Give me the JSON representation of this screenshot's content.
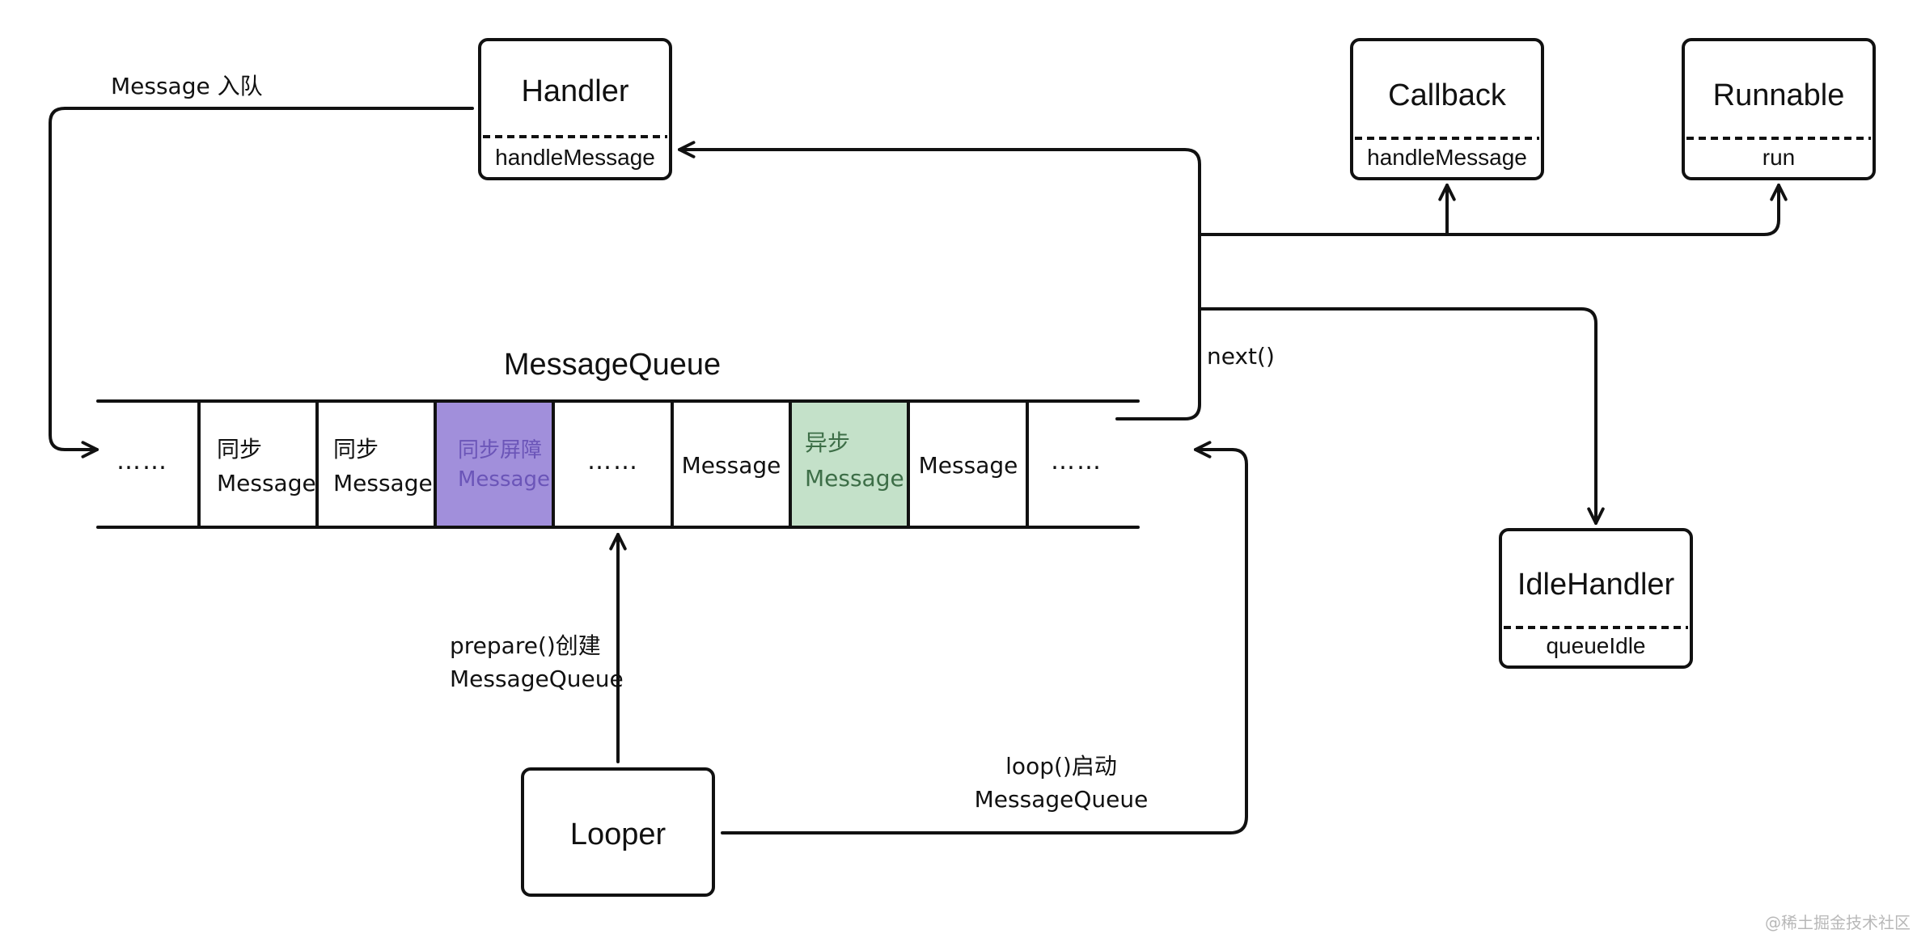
{
  "colors": {
    "barrier_fill": "#a18fdb",
    "barrier_text": "#6b55b8",
    "async_fill": "#c4e1c9",
    "async_text": "#3d6e47",
    "stroke": "#111111"
  },
  "nodes": {
    "handler": {
      "title": "Handler",
      "method": "handleMessage"
    },
    "callback": {
      "title": "Callback",
      "method": "handleMessage"
    },
    "runnable": {
      "title": "Runnable",
      "method": "run"
    },
    "idle_handler": {
      "title": "IdleHandler",
      "method": "queueIdle"
    },
    "looper": {
      "title": "Looper"
    }
  },
  "queue": {
    "title": "MessageQueue",
    "cells": [
      {
        "kind": "ellipsis",
        "text": "……"
      },
      {
        "kind": "sync",
        "line1": "同步",
        "line2": "Message"
      },
      {
        "kind": "sync",
        "line1": "同步",
        "line2": "Message"
      },
      {
        "kind": "barrier",
        "line1": "同步屏障",
        "line2": "Message"
      },
      {
        "kind": "ellipsis",
        "text": "……"
      },
      {
        "kind": "plain",
        "text": "Message"
      },
      {
        "kind": "async",
        "line1": "异步",
        "line2": "Message"
      },
      {
        "kind": "plain",
        "text": "Message"
      },
      {
        "kind": "ellipsis",
        "text": "……"
      }
    ]
  },
  "edges": {
    "enqueue": "Message 入队",
    "next": "next()",
    "prepare_line1": "prepare()创建",
    "prepare_line2": "MessageQueue",
    "loop_line1": "loop()启动",
    "loop_line2": "MessageQueue"
  },
  "watermark": "@稀土掘金技术社区"
}
